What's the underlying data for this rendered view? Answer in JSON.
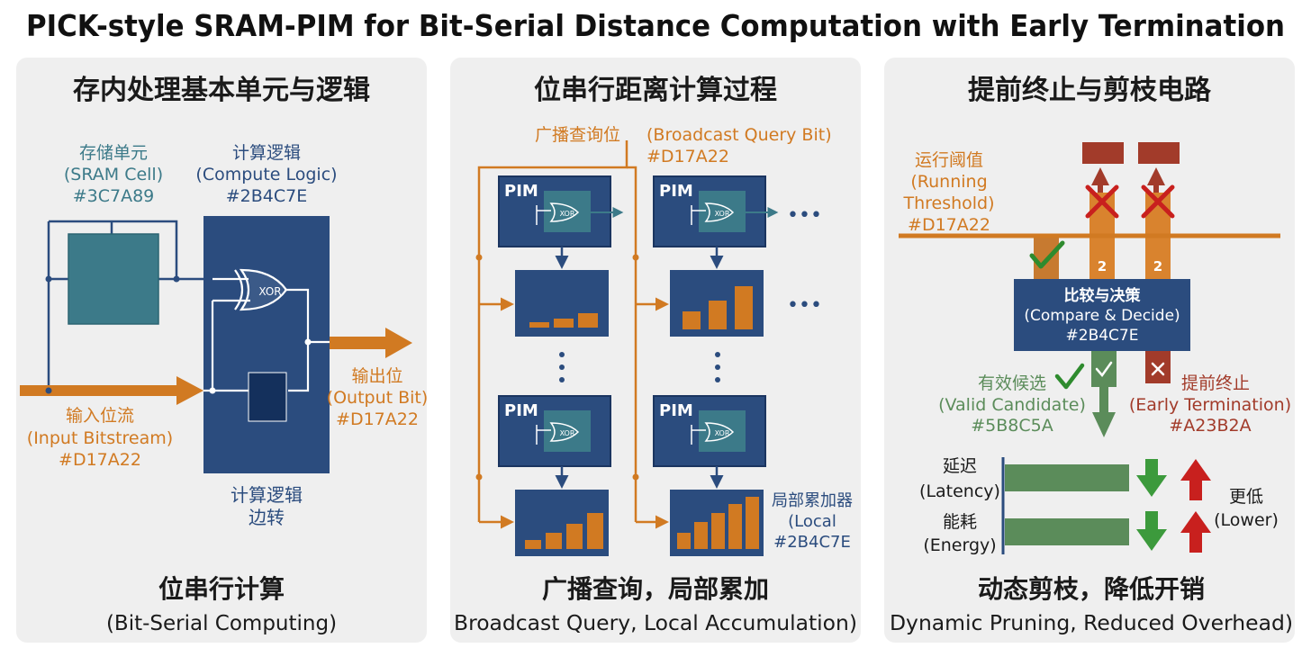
{
  "title": "PICK-style SRAM-PIM for Bit-Serial Distance Computation with Early Termination",
  "colors": {
    "orange": "#D17A22",
    "blue": "#3C7A89",
    "navy": "#2B4C7E",
    "green": "#5B8C5A",
    "red": "#A23B2A",
    "panel_bg": "#EFEFEF"
  },
  "panel1": {
    "heading": "存内处理基本单元与逻辑",
    "sram_label": [
      "存储单元",
      "(SRAM Cell)",
      "#3C7A89"
    ],
    "compute_label": [
      "计算逻辑",
      "(Compute Logic)",
      "#2B4C7E"
    ],
    "xor": "XOR",
    "output_label": [
      "输出位",
      "(Output Bit)",
      "#D17A22"
    ],
    "input_label": [
      "输入位流",
      "(Input Bitstream)",
      "#D17A22"
    ],
    "bottom_label": [
      "计算逻辑",
      "边转"
    ],
    "footer_cn": "位串行计算",
    "footer_en": "(Bit-Serial Computing)"
  },
  "panel2": {
    "heading": "位串行距离计算过程",
    "broadcast_label": [
      "广播查询位",
      "(Broadcast Query Bit)",
      "#D17A22"
    ],
    "pim": "PIM",
    "xor": "XOR",
    "dots": "•••",
    "accum_label": [
      "局部累加器",
      "(Local",
      "#2B4C7E"
    ],
    "footer_cn": "广播查询，局部累加",
    "footer_en": "Broadcast Query, Local Accumulation)"
  },
  "panel3": {
    "heading": "提前终止与剪枝电路",
    "threshold_label": [
      "运行阈值",
      "(Running",
      "Threshold)",
      "#D17A22"
    ],
    "bar_num": "2",
    "compare_label": [
      "比较与决策",
      "(Compare & Decide)",
      "#2B4C7E"
    ],
    "valid_label": [
      "有效候选",
      "(Valid Candidate)",
      "#5B8C5A"
    ],
    "early_label": [
      "提前终止",
      "(Early Termination)",
      "#A23B2A"
    ],
    "latency_label": [
      "延迟",
      "(Latency)"
    ],
    "energy_label": [
      "能耗",
      "(Energy)"
    ],
    "lower_label": [
      "更低",
      "(Lower)"
    ],
    "footer_cn": "动态剪枝，降低开销",
    "footer_en": "Dynamic Pruning, Reduced Overhead)"
  }
}
